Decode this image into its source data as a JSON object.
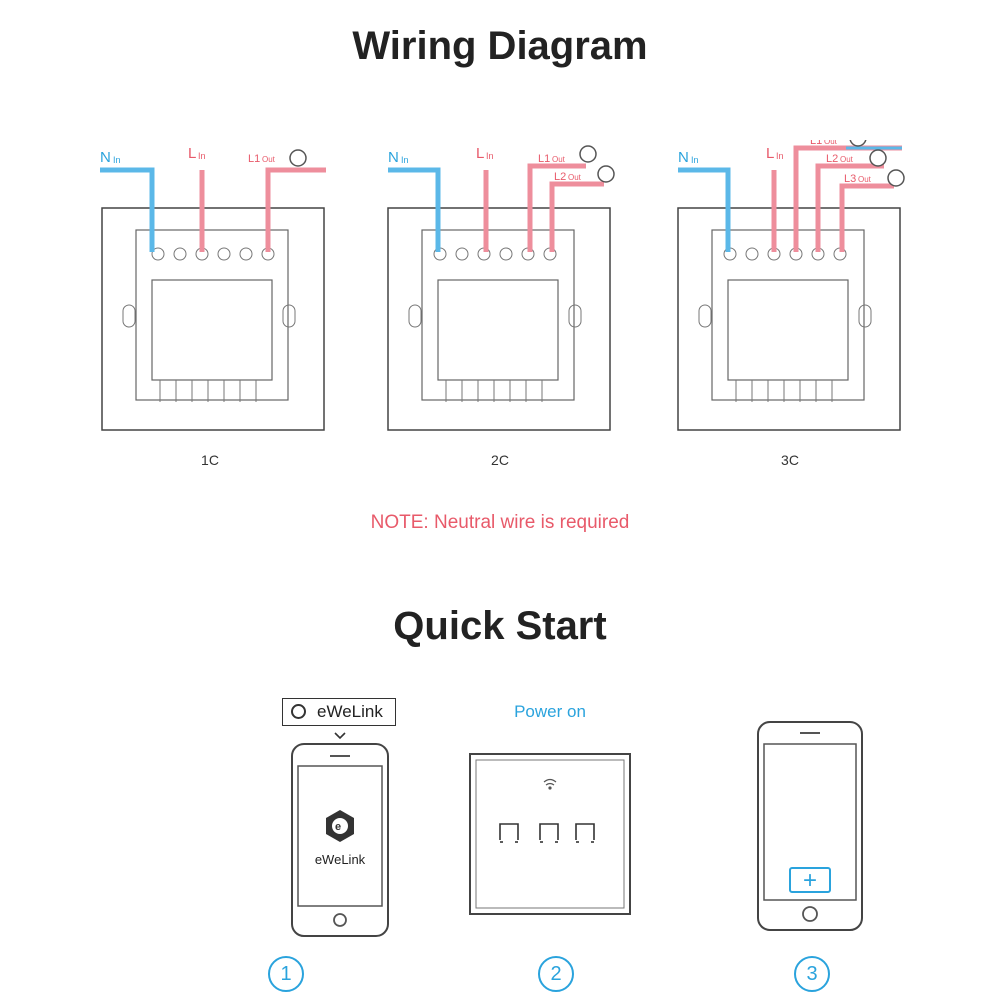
{
  "wiring_title": "Wiring Diagram",
  "quick_start_title": "Quick Start",
  "note": "NOTE: Neutral wire is required",
  "panels": [
    {
      "caption": "1C"
    },
    {
      "caption": "2C"
    },
    {
      "caption": "3C"
    }
  ],
  "labels": {
    "n_main": "N",
    "n_sub": "In",
    "l_main": "L",
    "l_sub": "In",
    "l1_main": "L1",
    "l2_main": "L2",
    "l3_main": "L3",
    "out_sub": "Out"
  },
  "steps": [
    {
      "number": "1",
      "search_text": "eWeLink",
      "app_name": "eWeLink"
    },
    {
      "number": "2",
      "label": "Power on"
    },
    {
      "number": "3",
      "button": "+"
    }
  ],
  "colors": {
    "neutral": "#5bb8e8",
    "live": "#ee8e9c",
    "note": "#e85a6a",
    "accent": "#2aa3dd"
  }
}
